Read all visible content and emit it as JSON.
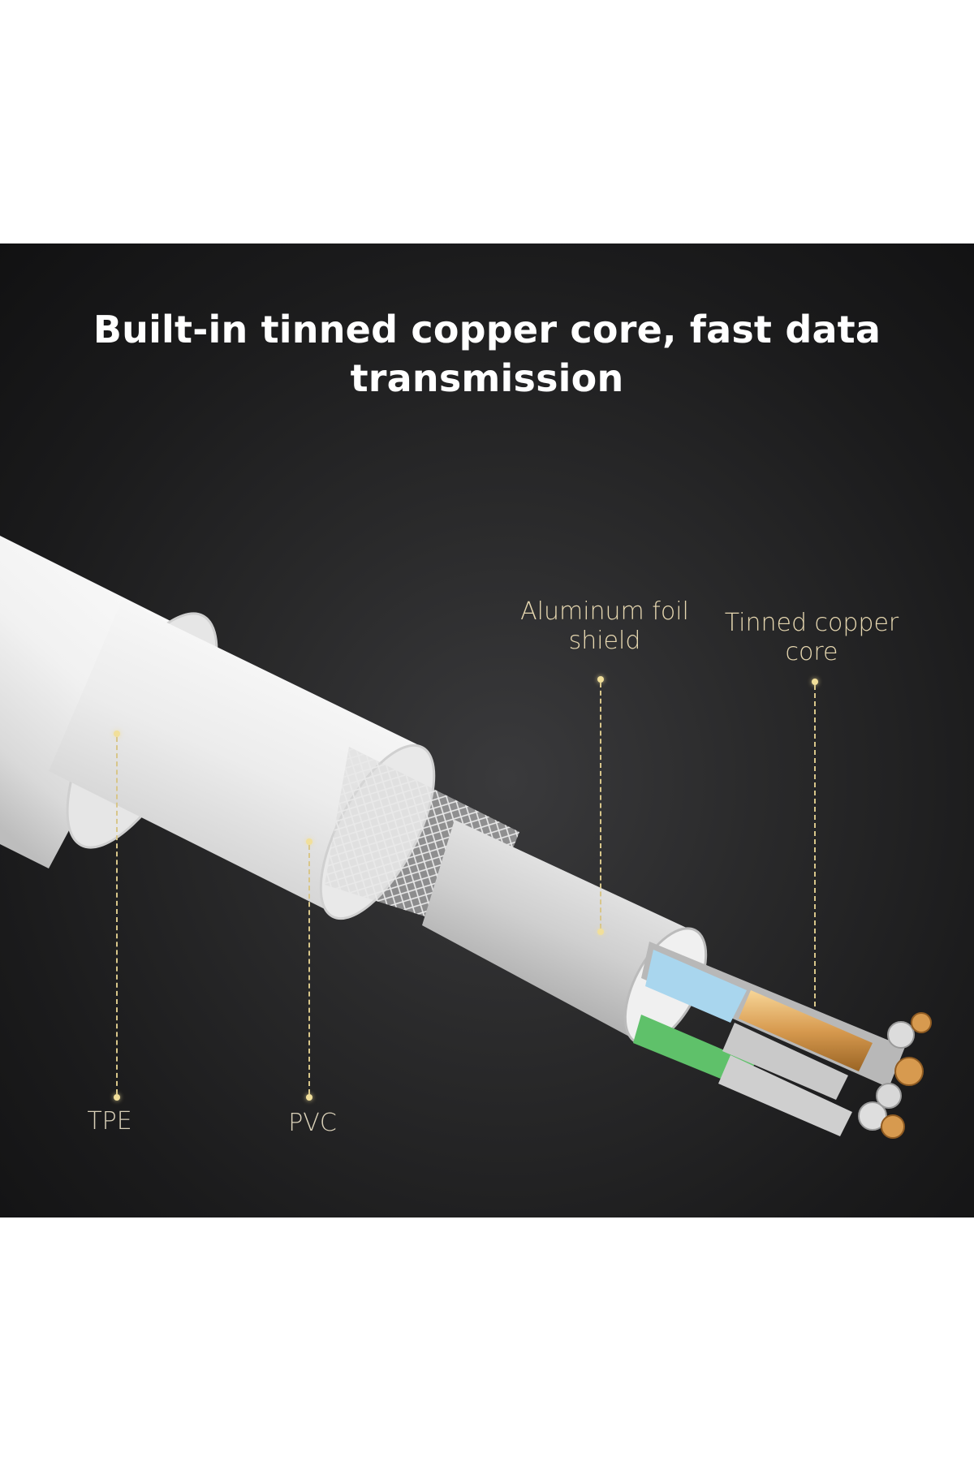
{
  "headline": {
    "line1": "Built-in tinned copper core, fast data",
    "line2": "transmission"
  },
  "labels": {
    "aluminum_foil_shield": [
      "Aluminum foil",
      "shield"
    ],
    "tinned_copper_core": [
      "Tinned copper",
      "core"
    ],
    "tpe": "TPE",
    "pvc": "PVC"
  },
  "colors": {
    "panel_background": "#1b1b1c",
    "headline_text": "#ffffff",
    "label_text": "#e6d7b0",
    "leader_line": "#d8c68a",
    "jacket_white": "#f4f4f4",
    "copper": "#d9a35a",
    "blue_wire": "#a9d6ee",
    "green_wire": "#5fc16a"
  }
}
